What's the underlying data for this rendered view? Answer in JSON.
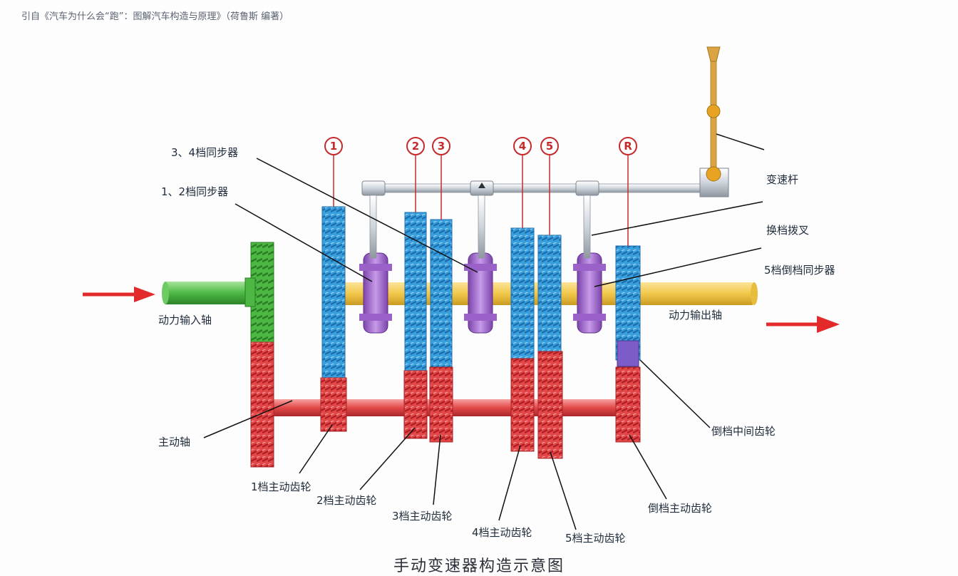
{
  "citation": "引自《汽车为什么会“跑”：图解汽车构造与原理》（荷鲁斯 编著）",
  "caption": "手动变速器构造示意图",
  "gear_numbers": [
    "1",
    "2",
    "3",
    "4",
    "5",
    "R"
  ],
  "labels": {
    "sync_34": "3、4档同步器",
    "sync_12": "1、2档同步器",
    "shift_lever": "变速杆",
    "shift_fork": "换档拨叉",
    "sync_5r": "5档倒档同步器",
    "input_shaft": "动力输入轴",
    "output_shaft": "动力输出轴",
    "countershaft": "主动轴",
    "reverse_idler": "倒档中间齿轮",
    "gear1_drive": "1档主动齿轮",
    "gear2_drive": "2档主动齿轮",
    "gear3_drive": "3档主动齿轮",
    "gear4_drive": "4档主动齿轮",
    "gear5_drive": "5档主动齿轮",
    "reverse_drive": "倒档主动齿轮"
  },
  "colors": {
    "output_gear": "#3aa0dd",
    "countershaft_gear": "#e34848",
    "input_gear": "#3fa83a",
    "synchronizer": "#a46ad0",
    "output_shaft": "#f2c84b",
    "arrow": "#e32a2a",
    "shift_rod": "#d8dde3",
    "lever": "#d9a441"
  }
}
